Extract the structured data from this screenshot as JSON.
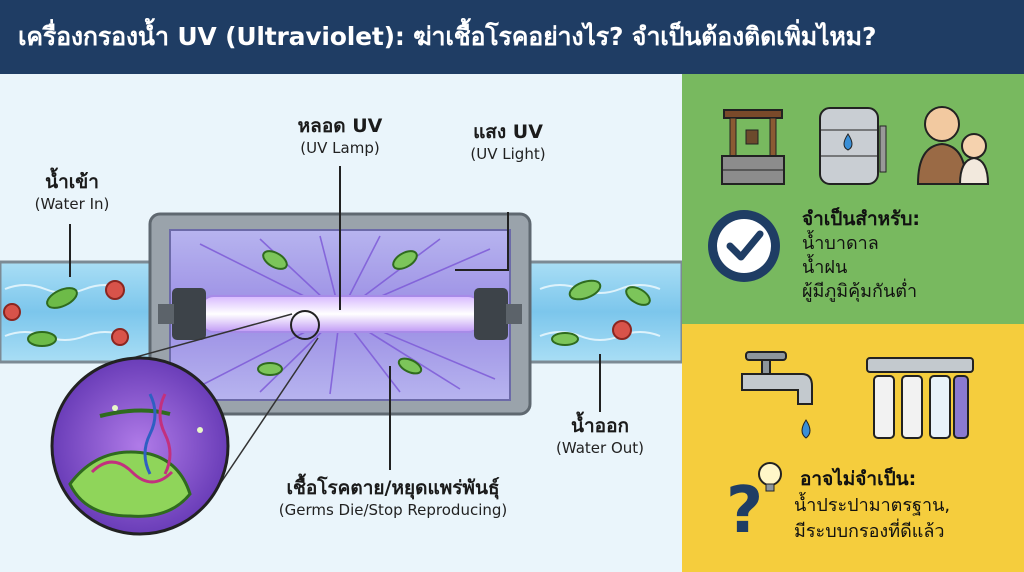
{
  "header": {
    "title": "เครื่องกรองน้ำ UV (Ultraviolet): ฆ่าเชื้อโรคอย่างไร? จำเป็นต้องติดเพิ่มไหม?"
  },
  "diagram": {
    "water_in": {
      "th": "น้ำเข้า",
      "en": "(Water In)"
    },
    "uv_lamp": {
      "th": "หลอด UV",
      "en": "(UV Lamp)"
    },
    "uv_light": {
      "th": "แสง UV",
      "en": "(UV Light)"
    },
    "germs": {
      "th": "เชื้อโรคตาย/หยุดแพร่พันธุ์",
      "en": "(Germs Die/Stop Reproducing)"
    },
    "water_out": {
      "th": "น้ำออก",
      "en": "(Water Out)"
    }
  },
  "necessary": {
    "title": "จำเป็นสำหรับ:",
    "items": [
      "น้ำบาดาล",
      "น้ำฝน",
      "ผู้มีภูมิคุ้มกันต่ำ"
    ],
    "icons": [
      "well-icon",
      "water-tank-icon",
      "elderly-and-baby-icon",
      "checkmark-icon"
    ]
  },
  "not_necessary": {
    "title": "อาจไม่จำเป็น:",
    "items": [
      "น้ำประปามาตรฐาน,",
      "มีระบบกรองที่ดีแล้ว"
    ],
    "icons": [
      "faucet-icon",
      "water-filter-icon",
      "question-bulb-icon"
    ]
  },
  "colors": {
    "header": "#1f3d64",
    "green_panel": "#78b95f",
    "yellow_panel": "#f5cd3d",
    "uv_purple": "#8a5cd6",
    "water": "#8fd0f0"
  }
}
